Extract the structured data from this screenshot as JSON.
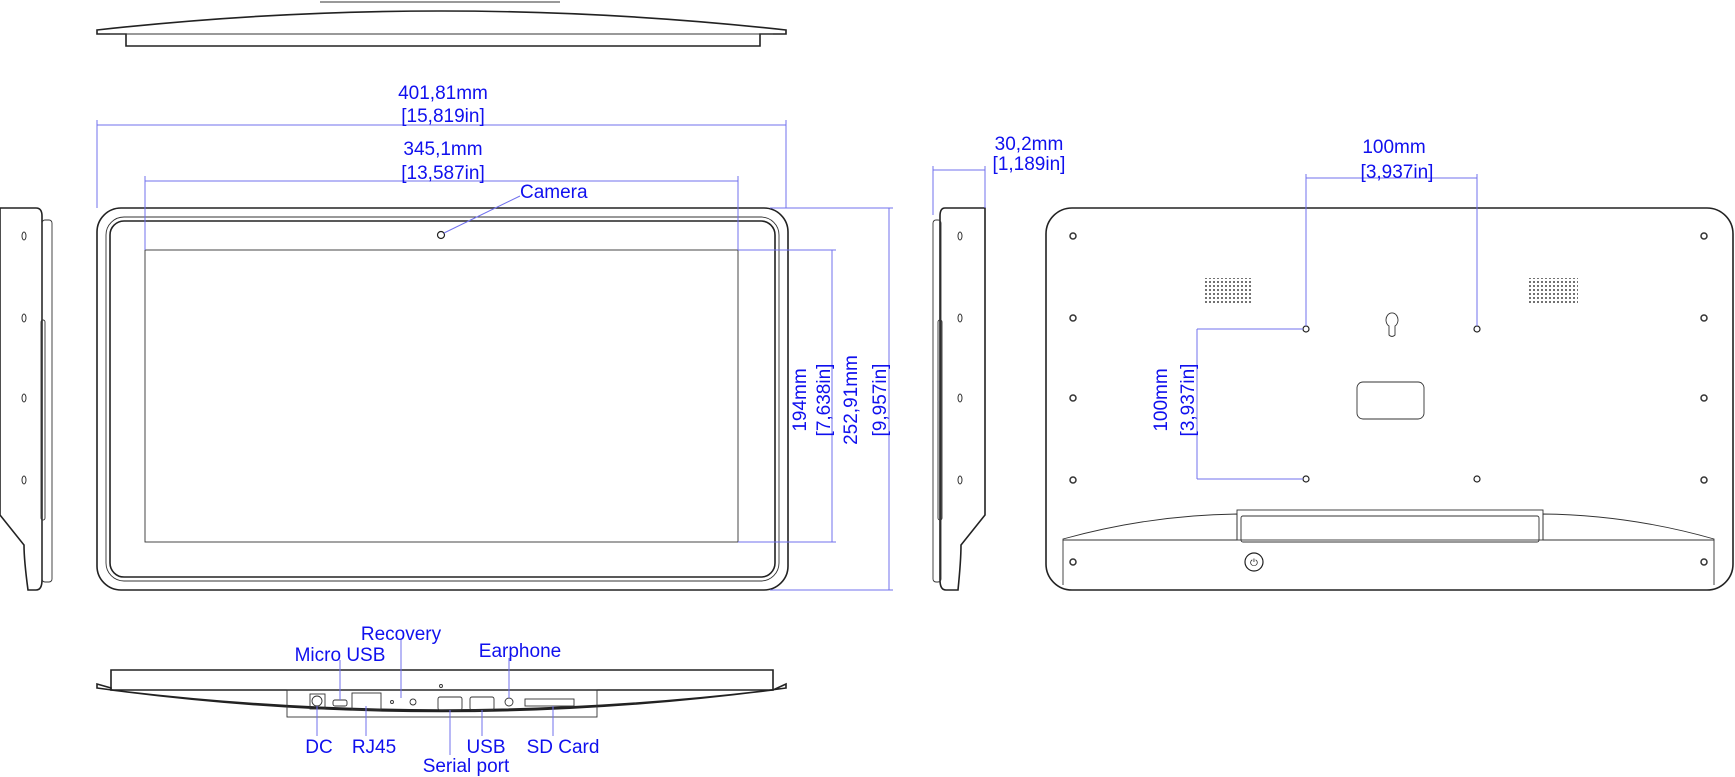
{
  "dimensions": {
    "overall_width_mm": "401,81mm",
    "overall_width_in": "[15,819in]",
    "screen_width_mm": "345,1mm",
    "screen_width_in": "[13,587in]",
    "screen_height_mm": "194mm",
    "screen_height_in": "[7,638in]",
    "overall_height_mm": "252,91mm",
    "overall_height_in": "[9,957in]",
    "depth_mm": "30,2mm",
    "depth_in": "[1,189in]",
    "vesa_h_mm": "100mm",
    "vesa_h_in": "[3,937in]",
    "vesa_v_mm": "100mm",
    "vesa_v_in": "[3,937in]"
  },
  "callouts": {
    "camera": "Camera",
    "recovery": "Recovery",
    "micro_usb": "Micro USB",
    "earphone": "Earphone",
    "dc": "DC",
    "rj45": "RJ45",
    "usb": "USB",
    "sd_card": "SD Card",
    "serial_port": "Serial port"
  },
  "colors": {
    "dimension": "#1010ee",
    "outline": "#222222"
  }
}
